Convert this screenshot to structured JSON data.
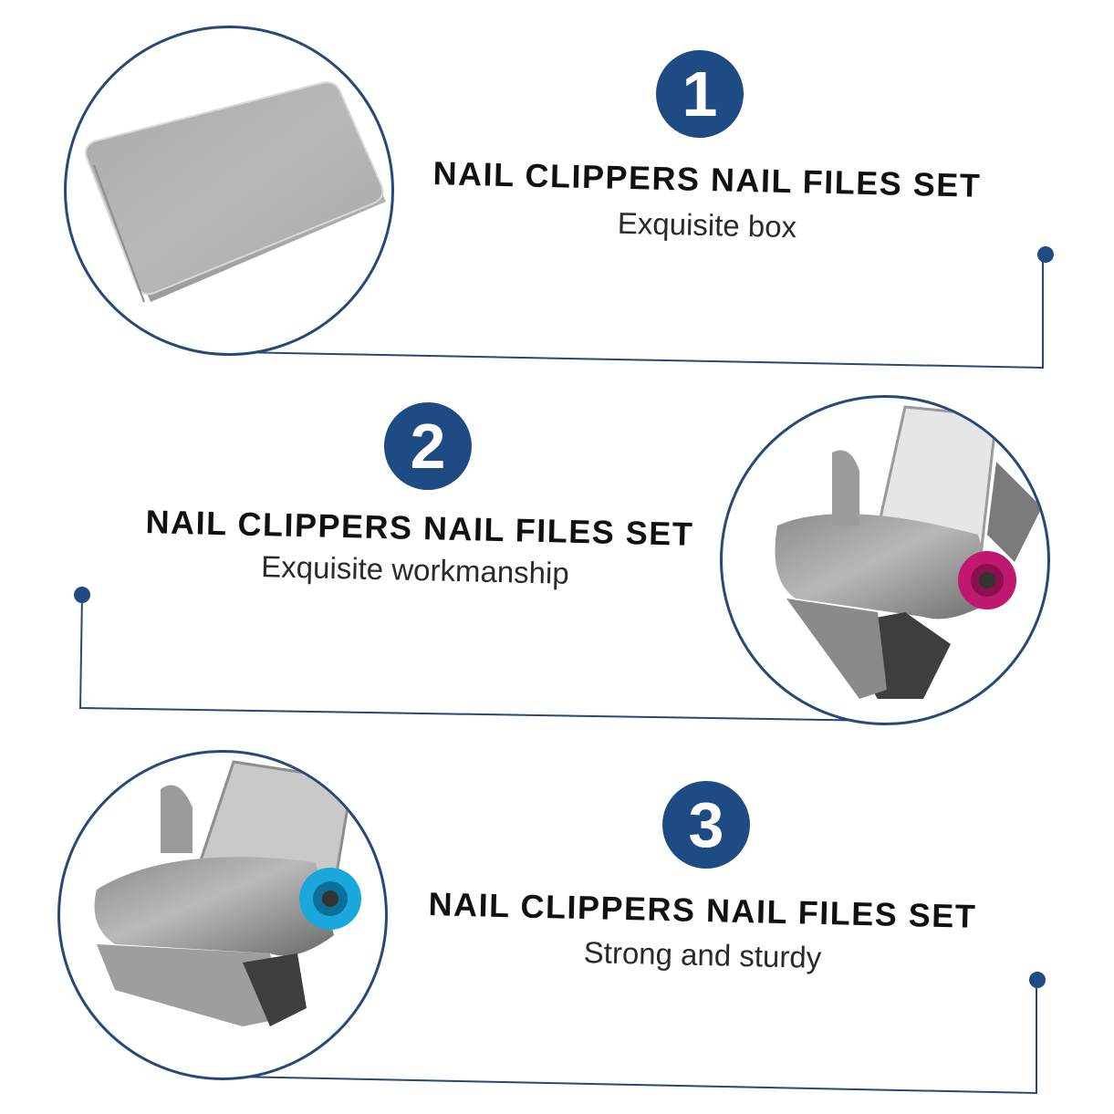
{
  "theme": {
    "accent": "#1f4b85",
    "line": "#274878"
  },
  "features": [
    {
      "number": "1",
      "title": "NAIL CLIPPERS NAIL FILES SET",
      "subtitle": "Exquisite box",
      "image": "metal-box-icon"
    },
    {
      "number": "2",
      "title": "NAIL CLIPPERS NAIL FILES SET",
      "subtitle": "Exquisite workmanship",
      "image": "nail-clipper-pink-icon"
    },
    {
      "number": "3",
      "title": "NAIL CLIPPERS NAIL FILES SET",
      "subtitle": "Strong and sturdy",
      "image": "nail-clipper-blue-icon"
    }
  ]
}
